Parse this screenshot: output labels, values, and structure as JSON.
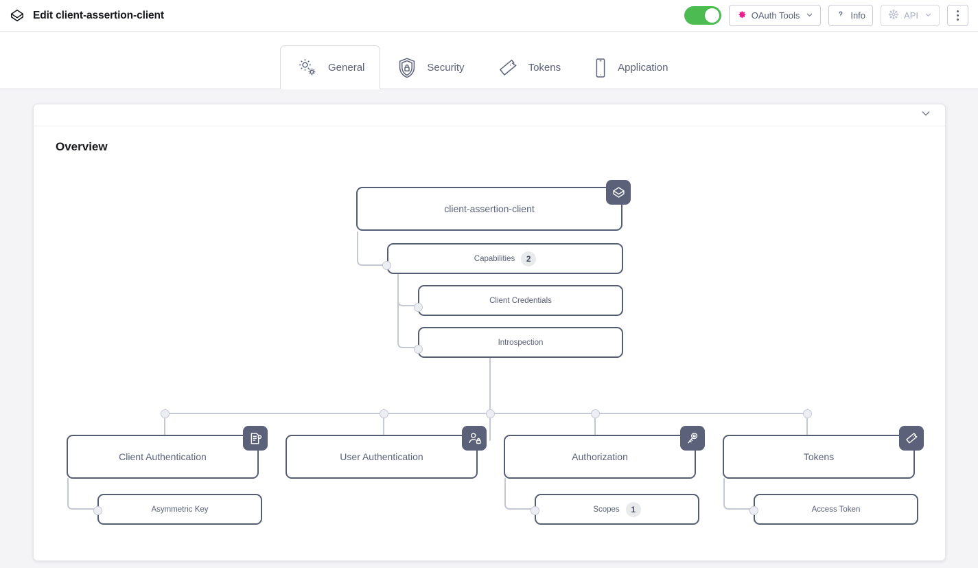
{
  "topbar": {
    "logo_icon": "cube-icon",
    "title": "Edit client-assertion-client",
    "toggle": {
      "name": "enabled-toggle",
      "state": "on",
      "color": "#4cbb52"
    },
    "buttons": [
      {
        "id": "oauth-tools",
        "label": "OAuth Tools",
        "icon": "gear-icon",
        "icon_color": "#e8218f",
        "has_chevron": true,
        "disabled": false
      },
      {
        "id": "info",
        "label": "Info",
        "icon": "question-icon",
        "has_chevron": false,
        "disabled": false
      },
      {
        "id": "api",
        "label": "API",
        "icon": "api-graph-icon",
        "has_chevron": true,
        "disabled": true
      }
    ],
    "kebab": {
      "name": "more-options-button",
      "label": ""
    }
  },
  "tabs": [
    {
      "id": "general",
      "label": "General",
      "icon": "gears-icon",
      "active": true
    },
    {
      "id": "security",
      "label": "Security",
      "icon": "shield-lock-icon",
      "active": false
    },
    {
      "id": "tokens",
      "label": "Tokens",
      "icon": "ticket-icon",
      "active": false
    },
    {
      "id": "application",
      "label": "Application",
      "icon": "phone-icon",
      "active": false
    }
  ],
  "card": {
    "collapse_icon": "chevron-down-icon",
    "section_title": "Overview"
  },
  "diagram": {
    "root": {
      "label": "client-assertion-client",
      "icon": "cube-icon"
    },
    "capabilities": {
      "label": "Capabilities",
      "count": "2"
    },
    "capability_children": [
      {
        "label": "Client Credentials"
      },
      {
        "label": "Introspection"
      }
    ],
    "columns": [
      {
        "label": "Client Authentication",
        "icon": "document-key-icon",
        "children": [
          {
            "label": "Asymmetric Key",
            "count": ""
          }
        ]
      },
      {
        "label": "User Authentication",
        "icon": "user-lock-icon",
        "children": []
      },
      {
        "label": "Authorization",
        "icon": "key-icon",
        "children": [
          {
            "label": "Scopes",
            "count": "1"
          }
        ]
      },
      {
        "label": "Tokens",
        "icon": "ticket-icon",
        "children": [
          {
            "label": "Access Token",
            "count": ""
          }
        ]
      }
    ]
  },
  "colors": {
    "node_border": "#555d73",
    "badge_bg": "#5a6178",
    "wire": "#c4c8d4",
    "text": "#5a6178",
    "accent_green": "#4cbb52",
    "accent_pink": "#e8218f"
  }
}
